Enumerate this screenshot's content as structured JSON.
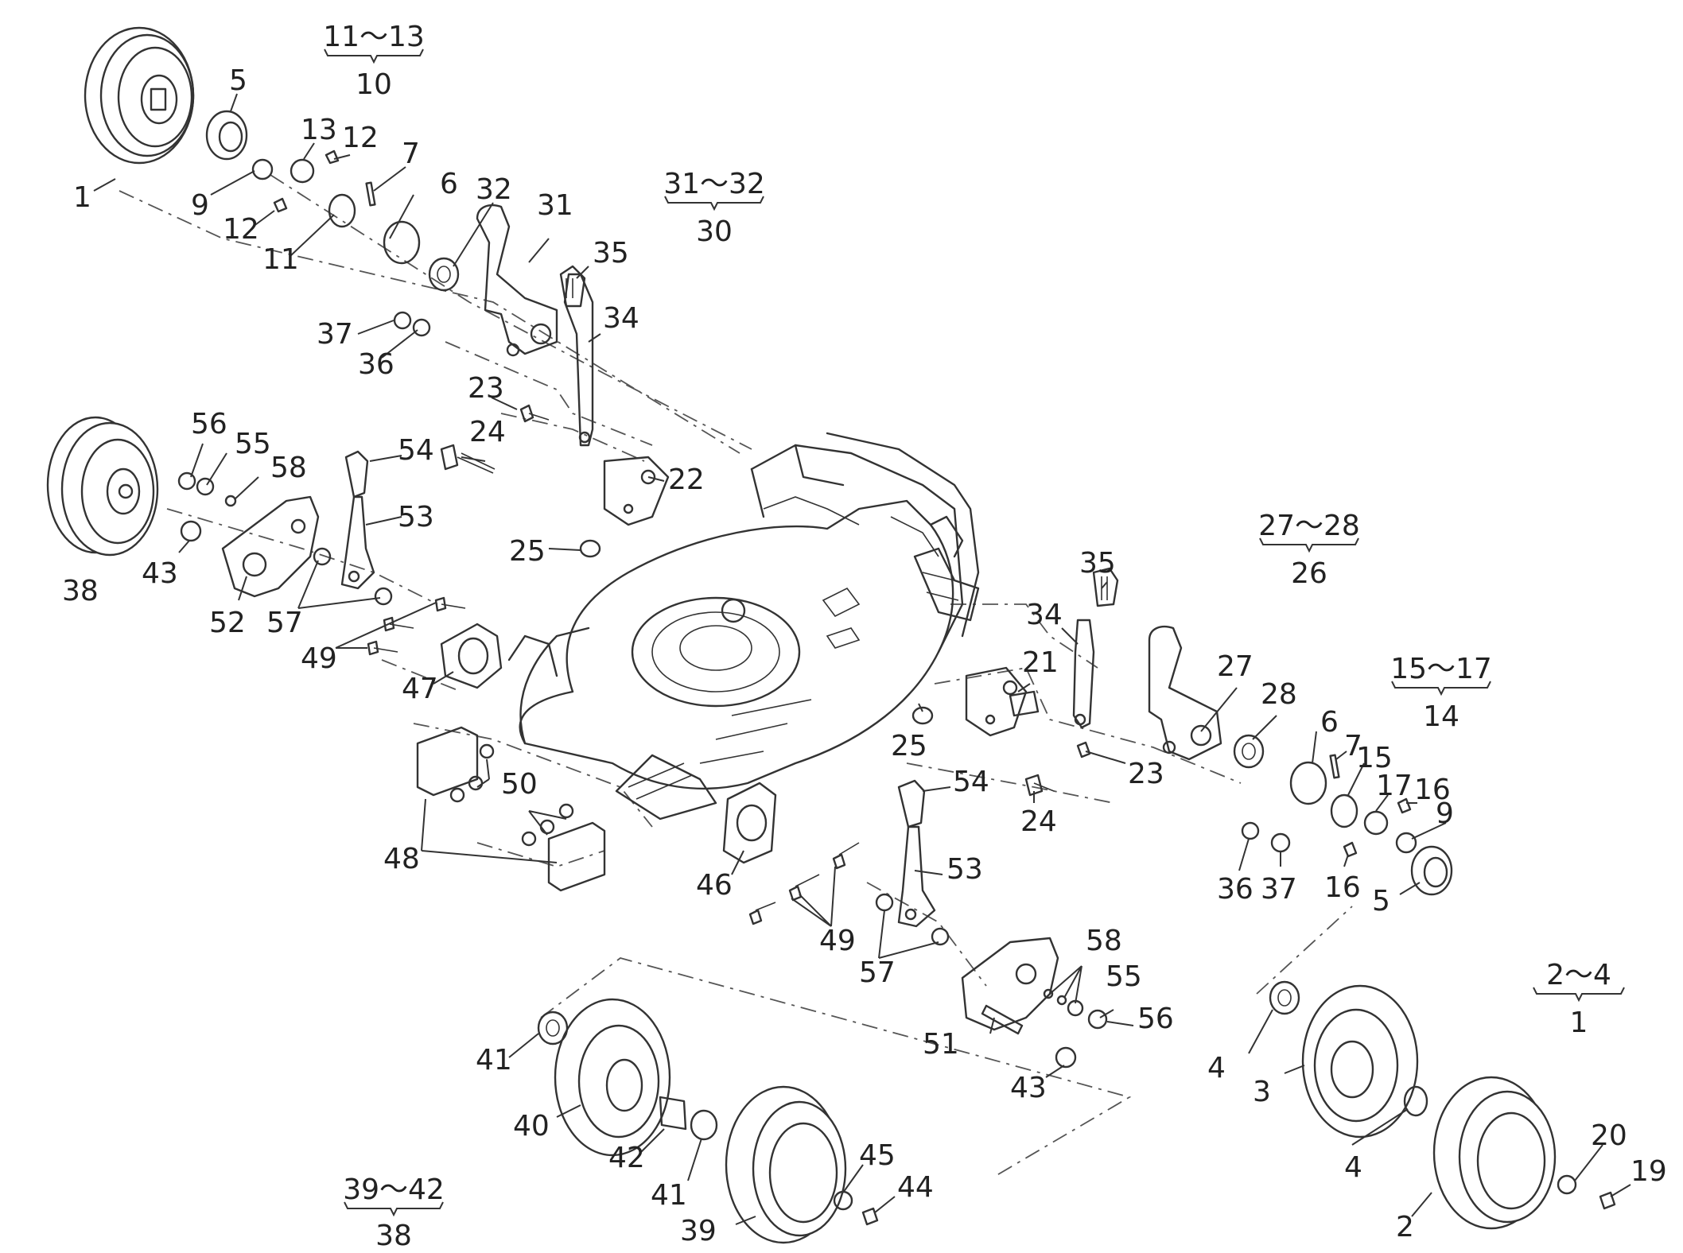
{
  "diagram": {
    "callouts": [
      {
        "id": "c1a",
        "text": "1"
      },
      {
        "id": "c5a",
        "text": "5"
      },
      {
        "id": "c9a",
        "text": "9"
      },
      {
        "id": "c13a",
        "text": "13"
      },
      {
        "id": "c12a",
        "text": "12"
      },
      {
        "id": "c12b",
        "text": "12"
      },
      {
        "id": "c7a",
        "text": "7"
      },
      {
        "id": "c11a",
        "text": "11"
      },
      {
        "id": "c6a",
        "text": "6"
      },
      {
        "id": "c32a",
        "text": "32"
      },
      {
        "id": "c31a",
        "text": "31"
      },
      {
        "id": "c35a",
        "text": "35"
      },
      {
        "id": "c34a",
        "text": "34"
      },
      {
        "id": "c37a",
        "text": "37"
      },
      {
        "id": "c36a",
        "text": "36"
      },
      {
        "id": "c23a",
        "text": "23"
      },
      {
        "id": "c24a",
        "text": "24"
      },
      {
        "id": "c22a",
        "text": "22"
      },
      {
        "id": "c25a",
        "text": "25"
      },
      {
        "id": "c56a",
        "text": "56"
      },
      {
        "id": "c55a",
        "text": "55"
      },
      {
        "id": "c58a",
        "text": "58"
      },
      {
        "id": "c54a",
        "text": "54"
      },
      {
        "id": "c53a",
        "text": "53"
      },
      {
        "id": "c38a",
        "text": "38"
      },
      {
        "id": "c43a",
        "text": "43"
      },
      {
        "id": "c52a",
        "text": "52"
      },
      {
        "id": "c57a",
        "text": "57"
      },
      {
        "id": "c49a",
        "text": "49"
      },
      {
        "id": "c47a",
        "text": "47"
      },
      {
        "id": "c50a",
        "text": "50"
      },
      {
        "id": "c48a",
        "text": "48"
      },
      {
        "id": "c46a",
        "text": "46"
      },
      {
        "id": "c49b",
        "text": "49"
      },
      {
        "id": "c57b",
        "text": "57"
      },
      {
        "id": "c54b",
        "text": "54"
      },
      {
        "id": "c53b",
        "text": "53"
      },
      {
        "id": "c25b",
        "text": "25"
      },
      {
        "id": "c24b",
        "text": "24"
      },
      {
        "id": "c23b",
        "text": "23"
      },
      {
        "id": "c21a",
        "text": "21"
      },
      {
        "id": "c35b",
        "text": "35"
      },
      {
        "id": "c34b",
        "text": "34"
      },
      {
        "id": "c27a",
        "text": "27"
      },
      {
        "id": "c28a",
        "text": "28"
      },
      {
        "id": "c6b",
        "text": "6"
      },
      {
        "id": "c7b",
        "text": "7"
      },
      {
        "id": "c15a",
        "text": "15"
      },
      {
        "id": "c17a",
        "text": "17"
      },
      {
        "id": "c16a",
        "text": "16"
      },
      {
        "id": "c9b",
        "text": "9"
      },
      {
        "id": "c36b",
        "text": "36"
      },
      {
        "id": "c37b",
        "text": "37"
      },
      {
        "id": "c16b",
        "text": "16"
      },
      {
        "id": "c5b",
        "text": "5"
      },
      {
        "id": "c58b",
        "text": "58"
      },
      {
        "id": "c55b",
        "text": "55"
      },
      {
        "id": "c56b",
        "text": "56"
      },
      {
        "id": "c51a",
        "text": "51"
      },
      {
        "id": "c43b",
        "text": "43"
      },
      {
        "id": "c41a",
        "text": "41"
      },
      {
        "id": "c40a",
        "text": "40"
      },
      {
        "id": "c42a",
        "text": "42"
      },
      {
        "id": "c41b",
        "text": "41"
      },
      {
        "id": "c45a",
        "text": "45"
      },
      {
        "id": "c44a",
        "text": "44"
      },
      {
        "id": "c39a",
        "text": "39"
      },
      {
        "id": "c4a",
        "text": "4"
      },
      {
        "id": "c3a",
        "text": "3"
      },
      {
        "id": "c4b",
        "text": "4"
      },
      {
        "id": "c20a",
        "text": "20"
      },
      {
        "id": "c19a",
        "text": "19"
      },
      {
        "id": "c2a",
        "text": "2"
      }
    ],
    "kit_groups": [
      {
        "id": "g10",
        "range": "11～13",
        "kit": "10"
      },
      {
        "id": "g30",
        "range": "31～32",
        "kit": "30"
      },
      {
        "id": "g26",
        "range": "27～28",
        "kit": "26"
      },
      {
        "id": "g14",
        "range": "15～17",
        "kit": "14"
      },
      {
        "id": "g1",
        "range": "2～4",
        "kit": "1"
      },
      {
        "id": "g38",
        "range": "39～42",
        "kit": "38"
      }
    ]
  }
}
